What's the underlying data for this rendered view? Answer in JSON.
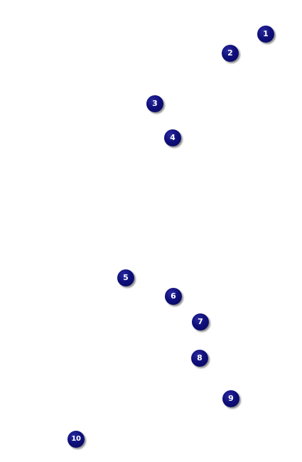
{
  "markers": [
    {
      "label": "1"
    },
    {
      "label": "2"
    },
    {
      "label": "3"
    },
    {
      "label": "4"
    },
    {
      "label": "5"
    },
    {
      "label": "6"
    },
    {
      "label": "7"
    },
    {
      "label": "8"
    },
    {
      "label": "9"
    },
    {
      "label": "10"
    }
  ],
  "colors": {
    "marker_fill": "#0f0f7a",
    "marker_text": "#ffffff",
    "background": "#ffffff"
  }
}
